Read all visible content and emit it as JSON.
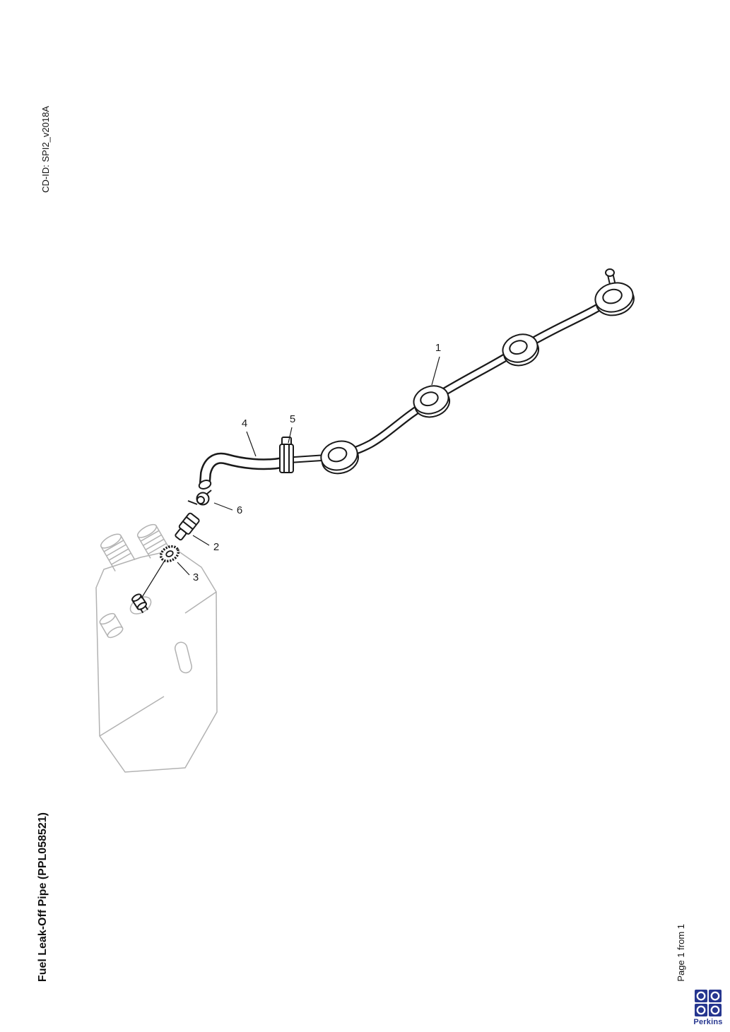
{
  "page": {
    "cd_id": "CD-ID: SPI2_v2018A",
    "title": "Fuel Leak-Off Pipe (PPL058521)",
    "page_indicator": "Page 1 from 1"
  },
  "diagram": {
    "line_color": "#1a1a1a",
    "pump_line_color": "#b2b2b2",
    "callouts": [
      {
        "label": "1"
      },
      {
        "label": "2"
      },
      {
        "label": "3"
      },
      {
        "label": "4"
      },
      {
        "label": "5"
      },
      {
        "label": "6"
      }
    ]
  },
  "logo": {
    "brand": "Perkins",
    "color": "#26368f"
  }
}
